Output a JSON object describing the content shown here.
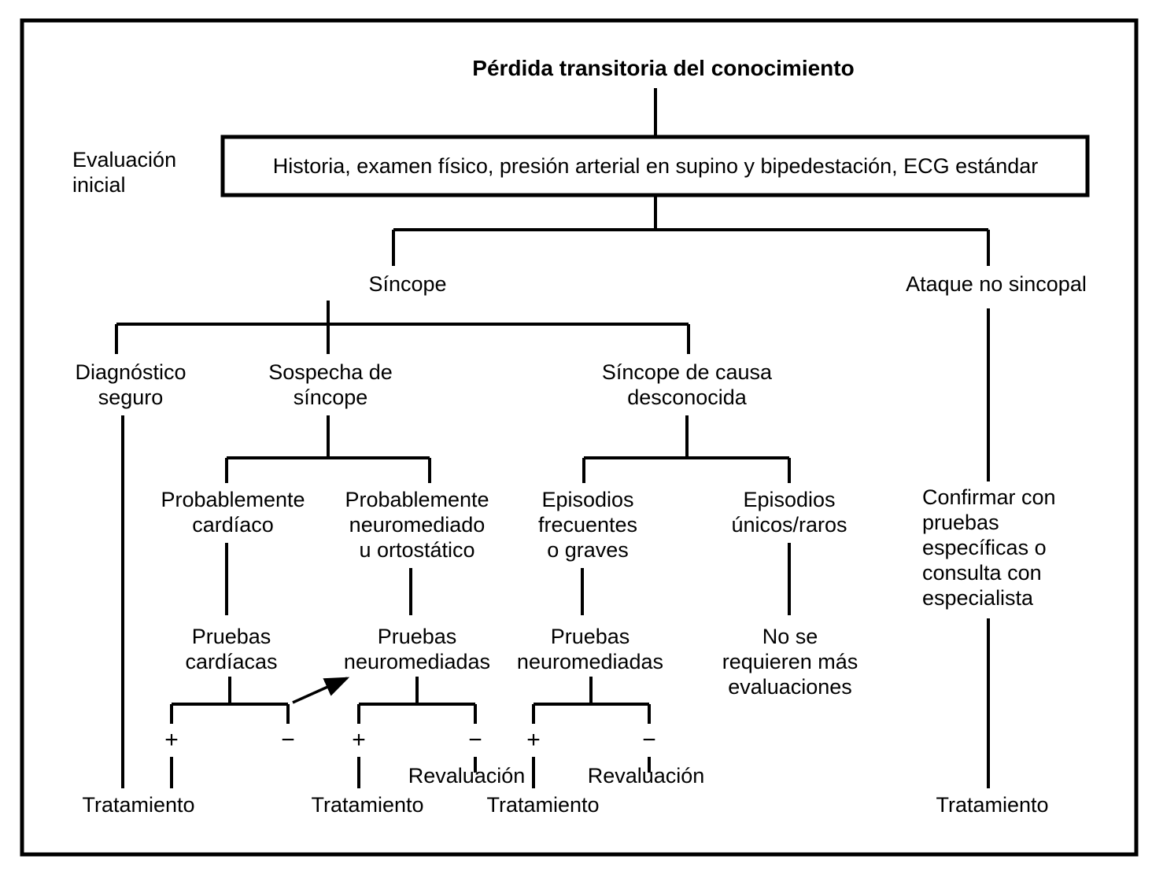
{
  "figure": {
    "title": "Pérdida transitoria del conocimiento",
    "stage_labels": {
      "initial_evaluation_line1": "Evaluación",
      "initial_evaluation_line2": "inicial"
    },
    "initial_evaluation_box": "Historia, examen físico, presión arterial en supino y bipedestación, ECG estándar",
    "nodes": {
      "syncope": "Síncope",
      "non_syncopal_attack": "Ataque no sincopal",
      "certain_diagnosis_line1": "Diagnóstico",
      "certain_diagnosis_line2": "seguro",
      "suspected_syncope_line1": "Sospecha de",
      "suspected_syncope_line2": "síncope",
      "unknown_cause_line1": "Síncope de causa",
      "unknown_cause_line2": "desconocida",
      "probably_cardiac_line1": "Probablemente",
      "probably_cardiac_line2": "cardíaco",
      "probably_neuro_line1": "Probablemente",
      "probably_neuro_line2": "neuromediado",
      "probably_neuro_line3": "u ortostático",
      "frequent_episodes_line1": "Episodios",
      "frequent_episodes_line2": "frecuentes",
      "frequent_episodes_line3": "o graves",
      "single_rare_episodes_line1": "Episodios",
      "single_rare_episodes_line2": "únicos/raros",
      "confirm_specialist_line1": "Confirmar con",
      "confirm_specialist_line2": "pruebas",
      "confirm_specialist_line3": "específicas o",
      "confirm_specialist_line4": "consulta con",
      "confirm_specialist_line5": "especialista",
      "cardiac_tests_line1": "Pruebas",
      "cardiac_tests_line2": "cardíacas",
      "neuro_tests_a_line1": "Pruebas",
      "neuro_tests_a_line2": "neuromediadas",
      "neuro_tests_b_line1": "Pruebas",
      "neuro_tests_b_line2": "neuromediadas",
      "no_more_eval_line1": "No se",
      "no_more_eval_line2": "requieren más",
      "no_more_eval_line3": "evaluaciones"
    },
    "signs": {
      "positive": "+",
      "negative": "−"
    },
    "outcomes": {
      "treatment_certain": "Tratamiento",
      "treatment_cardiac_pos": "Tratamiento",
      "treatment_neuro_a_pos": "Tratamiento",
      "treatment_neuro_b_pos": "Tratamiento",
      "treatment_nonsyncopal": "Tratamiento",
      "reevaluation_neuro_a": "Revaluación",
      "reevaluation_neuro_b": "Revaluación"
    },
    "colors": {
      "ink": "#000000",
      "paper": "#ffffff"
    }
  },
  "chart_data": {
    "type": "diagram",
    "title": "Pérdida transitoria del conocimiento",
    "diagram_kind": "clinical-decision-flowchart",
    "language": "es",
    "levels": [
      {
        "level": 0,
        "stage": "",
        "nodes": [
          "Pérdida transitoria del conocimiento"
        ]
      },
      {
        "level": 1,
        "stage": "Evaluación inicial",
        "nodes": [
          "Historia, examen físico, presión arterial en supino y bipedestación, ECG estándar"
        ]
      },
      {
        "level": 2,
        "stage": "",
        "nodes": [
          "Síncope",
          "Ataque no sincopal"
        ]
      },
      {
        "level": 3,
        "stage": "",
        "nodes": [
          "Diagnóstico seguro",
          "Sospecha de síncope",
          "Síncope de causa desconocida",
          "Confirmar con pruebas específicas o consulta con especialista"
        ]
      },
      {
        "level": 4,
        "stage": "",
        "nodes": [
          "Probablemente cardíaco",
          "Probablemente neuromediado u ortostático",
          "Episodios frecuentes o graves",
          "Episodios únicos/raros"
        ]
      },
      {
        "level": 5,
        "stage": "",
        "nodes": [
          "Pruebas cardíacas",
          "Pruebas neuromediadas",
          "Pruebas neuromediadas",
          "No se requieren más evaluaciones"
        ]
      },
      {
        "level": 6,
        "stage": "",
        "nodes": [
          "+",
          "−",
          "+",
          "−",
          "+",
          "−"
        ]
      },
      {
        "level": 7,
        "stage": "",
        "nodes": [
          "Tratamiento",
          "Tratamiento",
          "Revaluación",
          "Tratamiento",
          "Revaluación",
          "Tratamiento"
        ]
      }
    ],
    "edges": [
      {
        "from": "Pérdida transitoria del conocimiento",
        "to": "Historia, examen físico, presión arterial en supino y bipedestación, ECG estándar"
      },
      {
        "from": "Historia, examen físico, presión arterial en supino y bipedestación, ECG estándar",
        "to": "Síncope"
      },
      {
        "from": "Historia, examen físico, presión arterial en supino y bipedestación, ECG estándar",
        "to": "Ataque no sincopal"
      },
      {
        "from": "Síncope",
        "to": "Diagnóstico seguro"
      },
      {
        "from": "Síncope",
        "to": "Sospecha de síncope"
      },
      {
        "from": "Síncope",
        "to": "Síncope de causa desconocida"
      },
      {
        "from": "Ataque no sincopal",
        "to": "Confirmar con pruebas específicas o consulta con especialista"
      },
      {
        "from": "Diagnóstico seguro",
        "to": "Tratamiento"
      },
      {
        "from": "Sospecha de síncope",
        "to": "Probablemente cardíaco"
      },
      {
        "from": "Sospecha de síncope",
        "to": "Probablemente neuromediado u ortostático"
      },
      {
        "from": "Síncope de causa desconocida",
        "to": "Episodios frecuentes o graves"
      },
      {
        "from": "Síncope de causa desconocida",
        "to": "Episodios únicos/raros"
      },
      {
        "from": "Probablemente cardíaco",
        "to": "Pruebas cardíacas"
      },
      {
        "from": "Probablemente neuromediado u ortostático",
        "to": "Pruebas neuromediadas"
      },
      {
        "from": "Episodios frecuentes o graves",
        "to": "Pruebas neuromediadas"
      },
      {
        "from": "Episodios únicos/raros",
        "to": "No se requieren más evaluaciones"
      },
      {
        "from": "Pruebas cardíacas",
        "to": "+ → Tratamiento"
      },
      {
        "from": "Pruebas cardíacas",
        "to": "− → Pruebas neuromediadas",
        "style": "arrow"
      },
      {
        "from": "Pruebas neuromediadas",
        "to": "+ → Tratamiento"
      },
      {
        "from": "Pruebas neuromediadas",
        "to": "− → Revaluación"
      },
      {
        "from": "Confirmar con pruebas específicas o consulta con especialista",
        "to": "Tratamiento"
      }
    ]
  }
}
